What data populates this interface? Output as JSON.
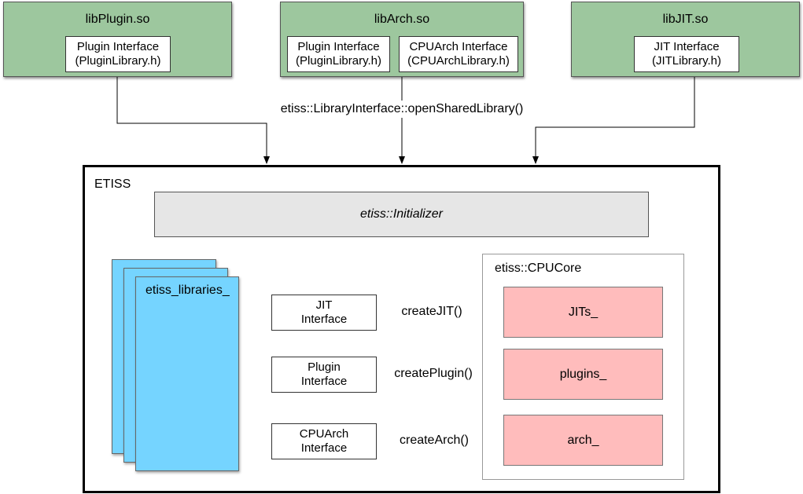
{
  "libraries": {
    "plugin": {
      "title": "libPlugin.so",
      "interfaces": [
        "Plugin Interface\n(PluginLibrary.h)"
      ]
    },
    "arch": {
      "title": "libArch.so",
      "interfaces": [
        "Plugin Interface\n(PluginLibrary.h)",
        "CPUArch Interface\n(CPUArchLibrary.h)"
      ]
    },
    "jit": {
      "title": "libJIT.so",
      "interfaces": [
        "JIT Interface\n(JITLibrary.h)"
      ]
    }
  },
  "load_call": "etiss::LibraryInterface::openSharedLibrary()",
  "etiss": {
    "title": "ETISS",
    "initializer": "etiss::Initializer",
    "libraries_label": "etiss_libraries_",
    "interfaces": [
      {
        "label": "JIT\nInterface",
        "call": "createJIT()",
        "target": "JITs_"
      },
      {
        "label": "Plugin\nInterface",
        "call": "createPlugin()",
        "target": "plugins_"
      },
      {
        "label": "CPUArch\nInterface",
        "call": "createArch()",
        "target": "arch_"
      }
    ],
    "cpucore_title": "etiss::CPUCore"
  },
  "colors": {
    "library_fill": "#9dc79e",
    "initializer_fill": "#e6e6e6",
    "libraries_fill": "#75d4ff",
    "target_fill": "#ffbcbc"
  }
}
